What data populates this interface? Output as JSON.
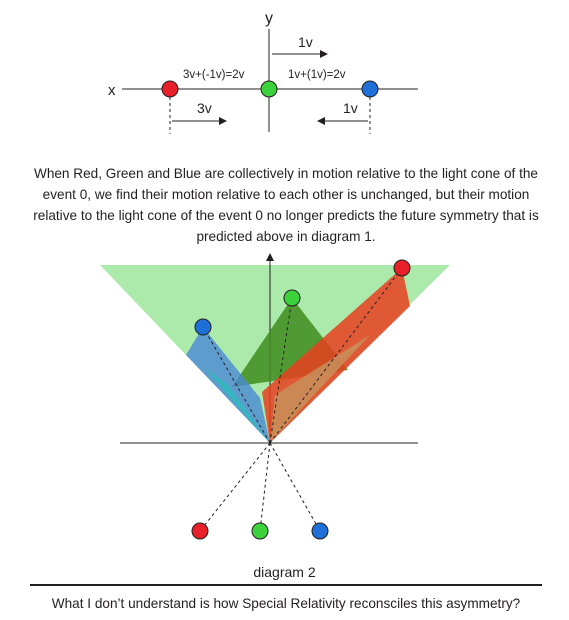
{
  "diagram1": {
    "axis_x": "x",
    "axis_y": "y",
    "eq_left": "3v+(-1v)=2v",
    "eq_right": "1v+(1v)=2v",
    "top_velocity": "1v",
    "left_velocity": "3v",
    "right_velocity": "1v"
  },
  "paragraph": "When Red, Green and Blue are collectively in motion relative to the light cone of the event 0, we find their motion relative to each other is unchanged, but their motion relative to the light cone of the event 0 no longer predicts the future symmetry that is predicted above in diagram 1.",
  "caption": "diagram 2",
  "question": "What I don’t understand is how Special Relativity reconsciles this asymmetry?",
  "colors": {
    "red": "#e8202a",
    "green": "#3cd23c",
    "blue": "#1e6fd8",
    "cone": "#8fe38f"
  }
}
